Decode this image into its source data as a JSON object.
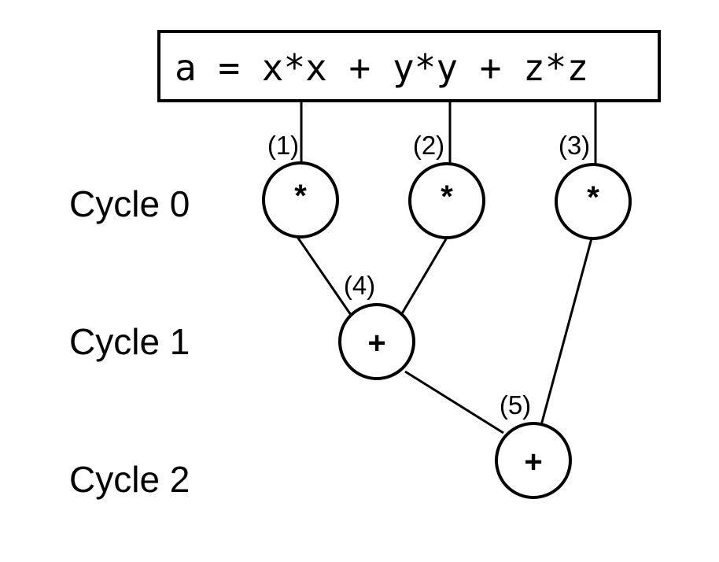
{
  "expression": "a = x*x + y*y + z*z",
  "cycles": [
    {
      "label": "Cycle 0"
    },
    {
      "label": "Cycle 1"
    },
    {
      "label": "Cycle 2"
    }
  ],
  "nodes": [
    {
      "number": "(1)",
      "op": "*"
    },
    {
      "number": "(2)",
      "op": "*"
    },
    {
      "number": "(3)",
      "op": "*"
    },
    {
      "number": "(4)",
      "op": "+"
    },
    {
      "number": "(5)",
      "op": "+"
    }
  ]
}
